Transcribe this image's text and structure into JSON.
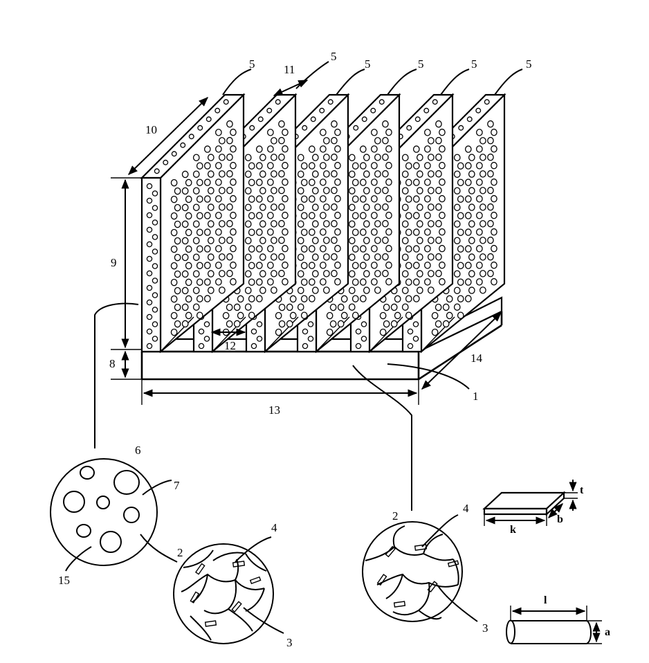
{
  "labels": {
    "base": "1",
    "matrix_grain": "2",
    "grain_boundary": "3",
    "filler_particle": "4",
    "fin": "5",
    "fin_cross_section": "6",
    "pore": "7",
    "base_thickness": "8",
    "fin_height": "9",
    "fin_length": "10",
    "fin_thickness": "11",
    "fin_spacing": "12",
    "base_width": "13",
    "base_depth": "14",
    "matrix": "15"
  },
  "flake_dims": {
    "length": "k",
    "width": "b",
    "thickness": "t"
  },
  "rod_dims": {
    "length": "l",
    "diameter": "a"
  }
}
